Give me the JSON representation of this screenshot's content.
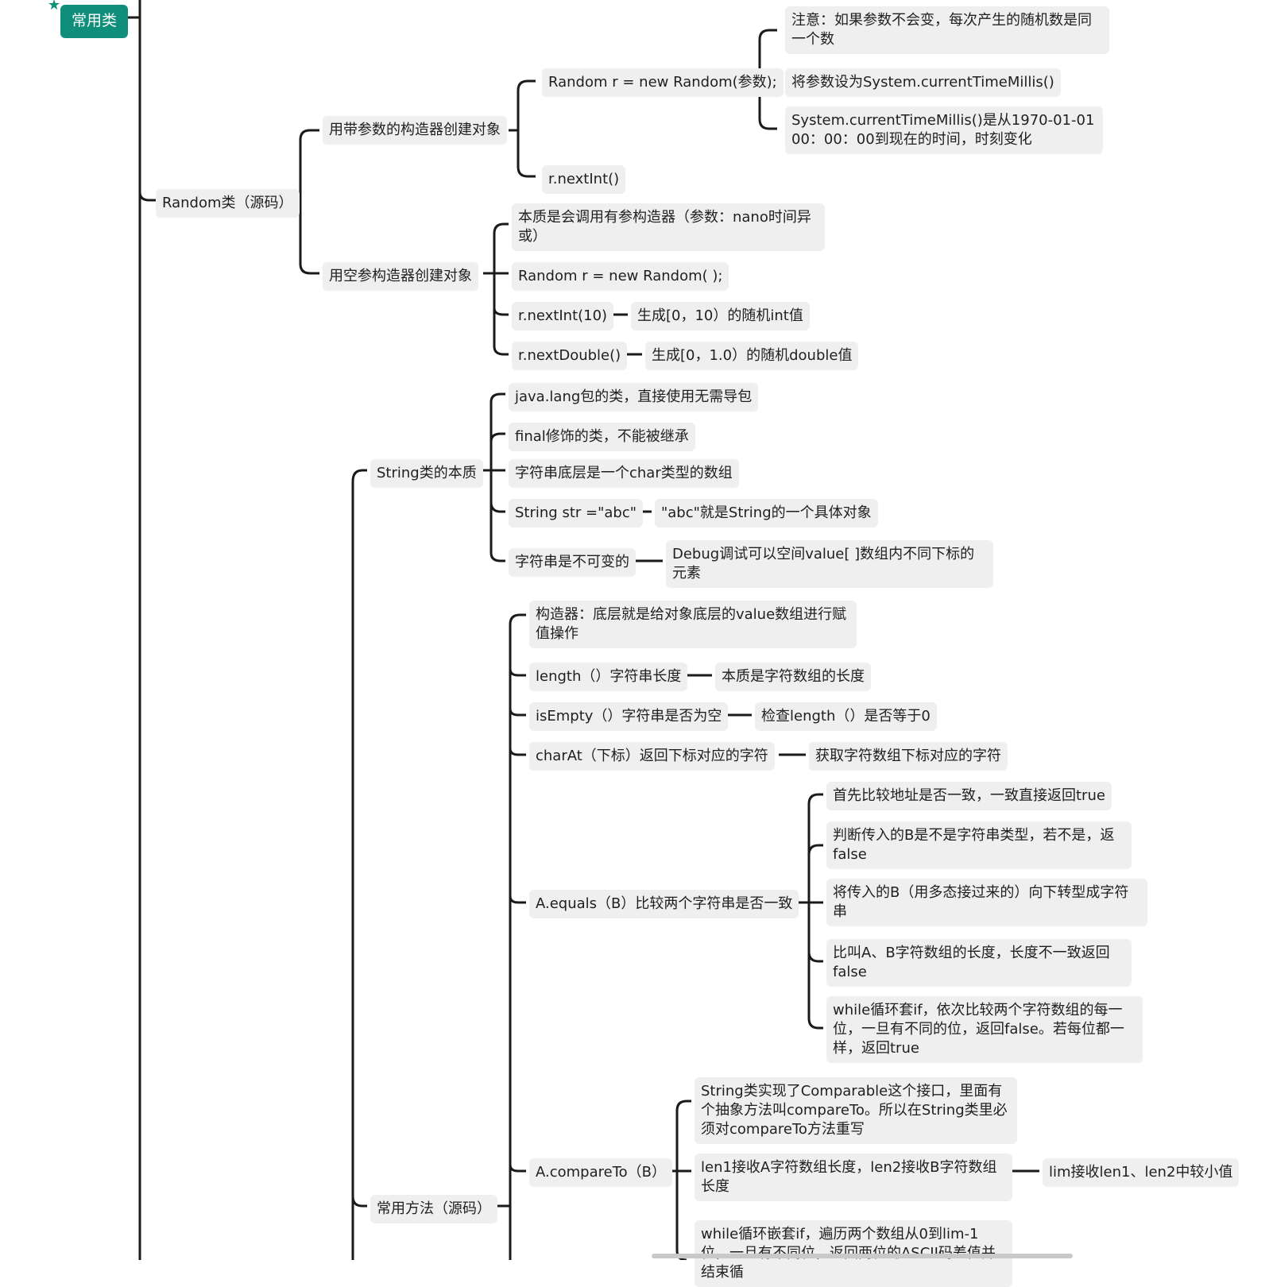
{
  "root": {
    "label": "常用类"
  },
  "random": {
    "label": "Random类（源码）",
    "with_param": {
      "label": "用带参数的构造器创建对象",
      "ctor": "Random r = new Random(参数);",
      "ctor_notes": [
        "注意：如果参数不会变，每次产生的随机数是同一个数",
        "将参数设为System.currentTimeMillis()",
        "System.currentTimeMillis()是从1970-01-01 00：00：00到现在的时间，时刻变化"
      ],
      "next": "r.nextInt()"
    },
    "no_param": {
      "label": "用空参构造器创建对象",
      "essence": "本质是会调用有参构造器（参数：nano时间异或）",
      "ctor": "Random r = new Random( );",
      "next_int": "r.nextInt(10)",
      "next_int_desc": "生成[0，10）的随机int值",
      "next_double": "r.nextDouble()",
      "next_double_desc": "生成[0，1.0）的随机double值"
    }
  },
  "string_essence": {
    "label": "String类的本质",
    "items": [
      "java.lang包的类，直接使用无需导包",
      "final修饰的类，不能被继承",
      "字符串底层是一个char类型的数组"
    ],
    "str_decl": "String str =\"abc\"",
    "str_decl_desc": "\"abc\"就是String的一个具体对象",
    "immutable": "字符串是不可变的",
    "immutable_desc": "Debug调试可以空间value[ ]数组内不同下标的元素"
  },
  "methods": {
    "label": "常用方法（源码）",
    "ctor": "构造器：底层就是给对象底层的value数组进行赋值操作",
    "length": "length（）字符串长度",
    "length_desc": "本质是字符数组的长度",
    "isempty": "isEmpty（）字符串是否为空",
    "isempty_desc": "检查length（）是否等于0",
    "charat": "charAt（下标）返回下标对应的字符",
    "charat_desc": "获取字符数组下标对应的字符",
    "equals": "A.equals（B）比较两个字符串是否一致",
    "equals_steps": [
      "首先比较地址是否一致，一致直接返回true",
      "判断传入的B是不是字符串类型，若不是，返false",
      "将传入的B（用多态接过来的）向下转型成字符串",
      "比叫A、B字符数组的长度，长度不一致返回false",
      "while循环套if，依次比较两个字符数组的每一位，一旦有不同的位，返回false。若每位都一样，返回true"
    ],
    "compareto": "A.compareTo（B）",
    "compareto_steps": [
      "String类实现了Comparable这个接口，里面有个抽象方法叫compareTo。所以在String类里必须对compareTo方法重写",
      "len1接收A字符数组长度，len2接收B字符数组长度",
      "while循环嵌套if，遍历两个数组从0到lim-1位，一旦有不同位，返回两位的ASCII码差值并结束循"
    ],
    "lim_desc": "lim接收len1、len2中较小值"
  }
}
